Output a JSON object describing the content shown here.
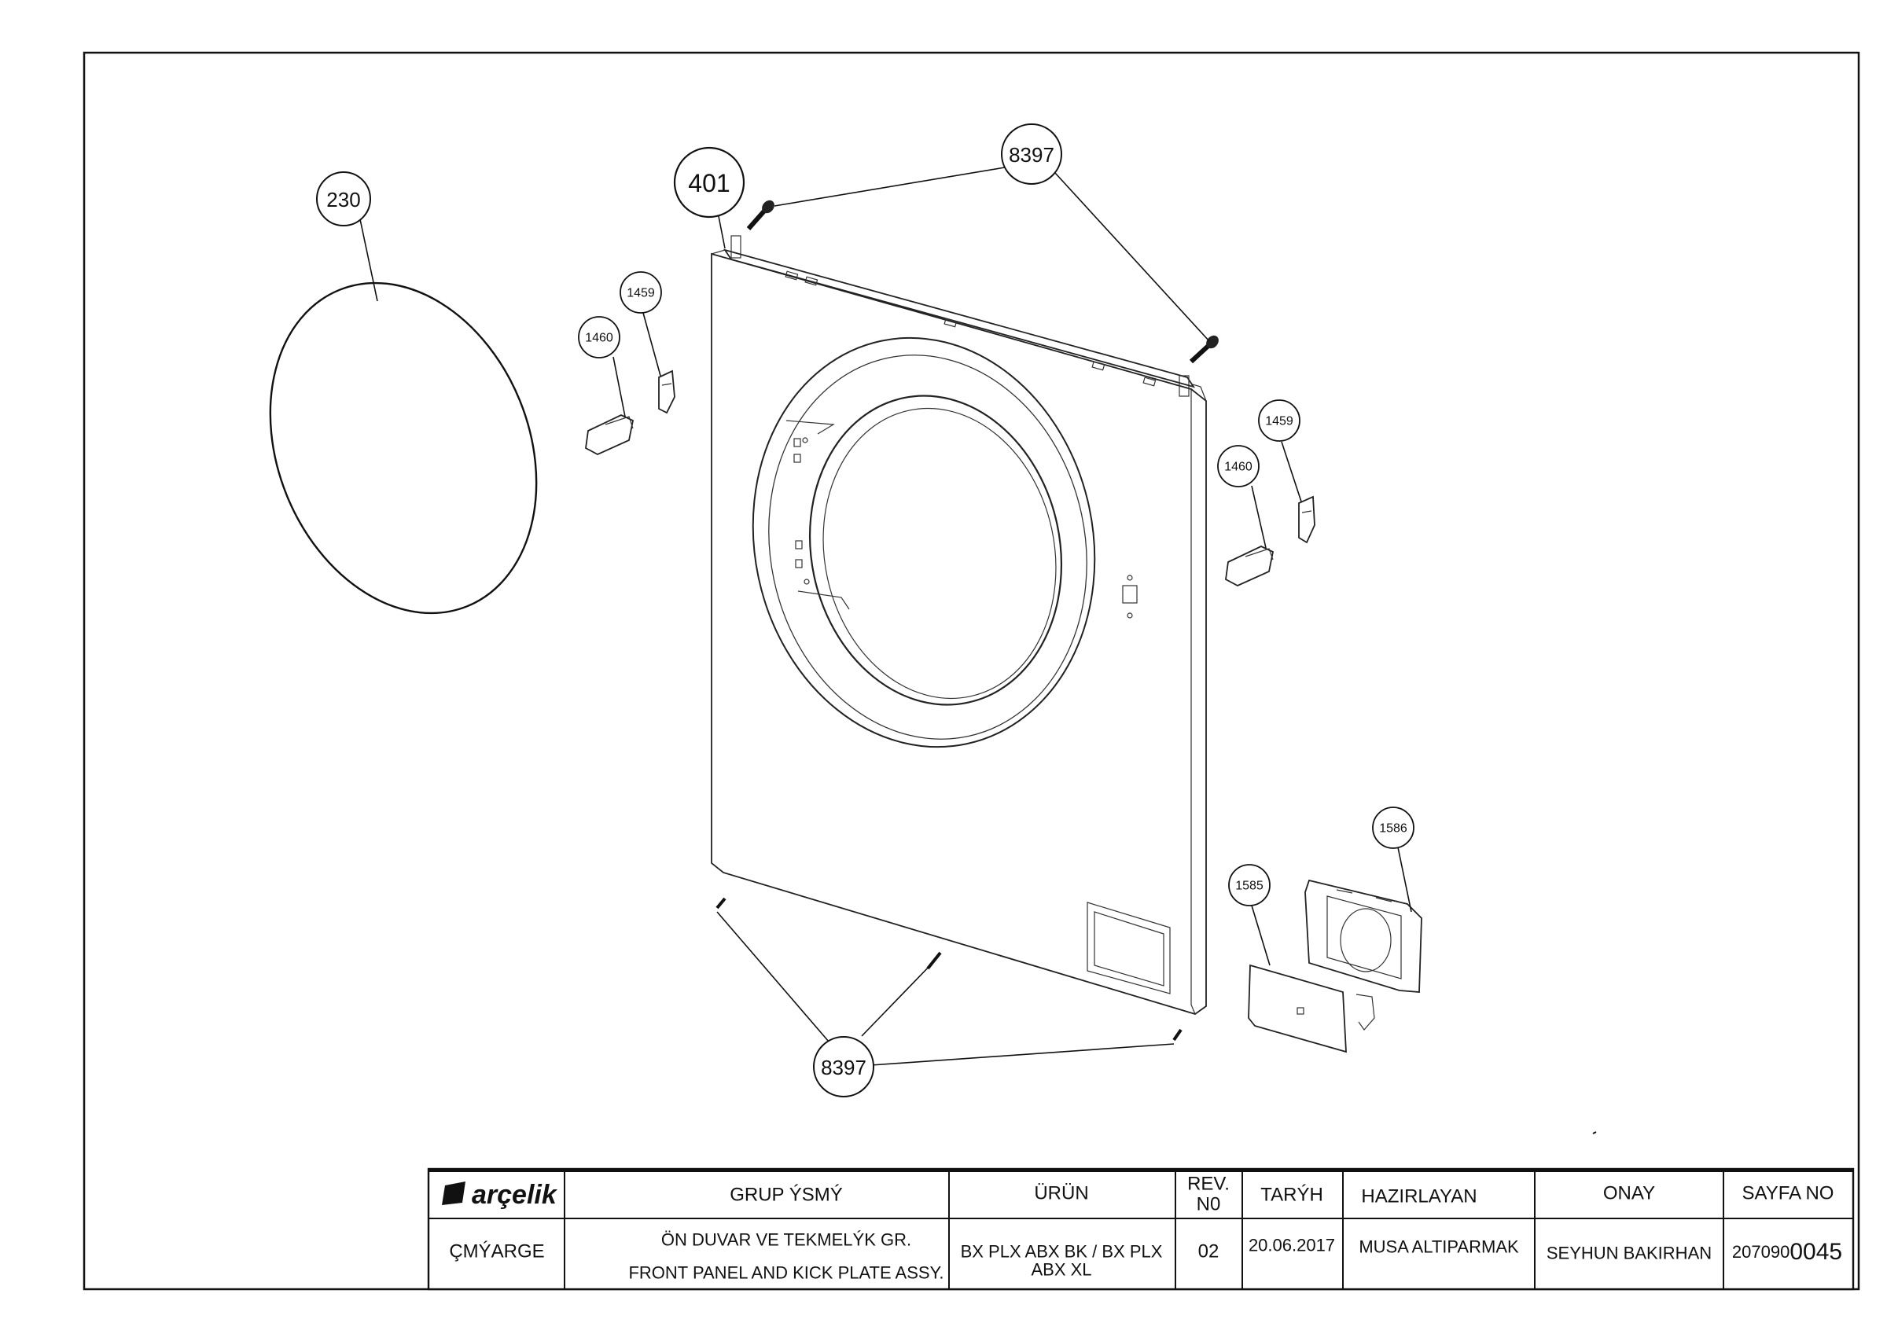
{
  "callouts": {
    "c230": "230",
    "c401": "401",
    "c8397_top": "8397",
    "c8397_bottom": "8397",
    "c1459_left": "1459",
    "c1460_left": "1460",
    "c1459_right": "1459",
    "c1460_right": "1460",
    "c1585": "1585",
    "c1586": "1586"
  },
  "title_block": {
    "brand": "arçelik",
    "group_header": "GRUP ÝSMÝ",
    "product_header": "ÜRÜN",
    "rev_header_1": "REV.",
    "rev_header_2": "N0",
    "date_header": "TARÝH",
    "prepared_header": "HAZIRLAYAN",
    "approval_header": "ONAY",
    "page_header": "SAYFA NO",
    "category": "ÇMÝARGE",
    "group_name_tr": "ÖN DUVAR VE TEKMELÝK GR.",
    "group_name_en": "FRONT PANEL AND KICK PLATE ASSY.",
    "product_1": "BX  PLX ABX BK / BX PLX",
    "product_2": "ABX XL",
    "rev": "02",
    "date": "20.06.2017",
    "prepared_by": "MUSA ALTIPARMAK",
    "approved_by": "SEYHUN BAKIRHAN",
    "page_no_prefix": "207090",
    "page_no_suffix": "0045"
  }
}
